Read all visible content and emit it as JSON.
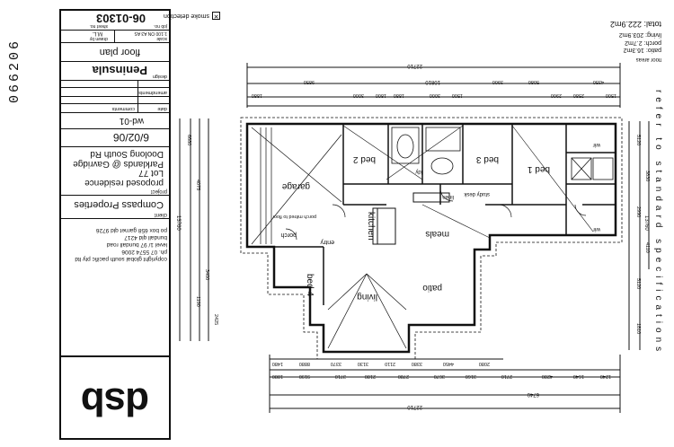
{
  "sheet_number": "066206",
  "title_block": {
    "brand": "dsb",
    "drawing_number": "06-01303",
    "drawing_title": "floor plan",
    "design": "Peninsula",
    "scale": "1:100 ON A3 AS",
    "drawn_by": "M.L.",
    "job_no": "job no.",
    "sheet_no": "sheet no.",
    "scale_label": "scale",
    "drawn_by_label": "drawn by",
    "design_label": "design",
    "date": "6/02/06",
    "revision": "wd-01",
    "project_label": "project",
    "project_lines": [
      "proposed residence",
      "Lot 77",
      "Parklands @ Gavridge",
      "Doolong South Rd"
    ],
    "client": "Compass Properties",
    "client_label": "client",
    "amendments_label": "amendments",
    "comments_label": "comments",
    "date_col_label": "date",
    "copyright": "copyright global south pacific pty ltd",
    "contact_lines": [
      "ph. 07 5574 2006",
      "level 1/ 97 bundall road",
      "bundall qld 4217",
      "po box 658 garnet qld 9726"
    ]
  },
  "legend": {
    "smoke_detection": "smoke detection"
  },
  "areas": {
    "heading": "floor areas",
    "total_label": "total:",
    "total": "222.9m2",
    "living_label": "living:",
    "living": "203.9m2",
    "porch_label": "porch:",
    "porch": "2.7m2",
    "patio_label": "patio:",
    "patio": "16.3m2"
  },
  "rooms": {
    "garage": "garage",
    "bed2": "bed 2",
    "bed3": "bed 3",
    "bed1": "bed 1",
    "bed4": "bed 4",
    "kitchen": "kitchen",
    "meals": "meals",
    "living": "living",
    "patio": "patio",
    "entry": "entry",
    "porch": "porch",
    "wir1": "wir",
    "wir2": "wir",
    "study_desk": "study desk",
    "linen": "linen",
    "ldy": "ldy"
  },
  "dimensions": {
    "top_overall": "22710",
    "top_sub": "10810",
    "top_row": [
      "1880",
      "9850",
      "3000",
      "1800",
      "1880",
      "3000",
      "1500",
      "3900",
      "5080",
      "2900",
      "2580",
      "4350",
      "1500"
    ],
    "bottom_overall": "22710",
    "bottom_sub": "6740",
    "bottom_row": [
      "1880",
      "9190",
      "3710",
      "2180",
      "2780",
      "3670",
      "3160",
      "2710",
      "4280",
      "1640",
      "1240"
    ],
    "bottom_row2": [
      "1480",
      "8880",
      "3370",
      "3130",
      "2110",
      "3380",
      "4450",
      "2080"
    ],
    "left_overall": "13760",
    "left_row": [
      "6680",
      "4075",
      "3400",
      "1190",
      "2425"
    ],
    "right_overall": "13760",
    "right_row": [
      "5120",
      "3830",
      "2990",
      "4110",
      "5120",
      "1810"
    ]
  },
  "side_note": "refer to standard specifications",
  "lower_note": "porch mitred to floor"
}
